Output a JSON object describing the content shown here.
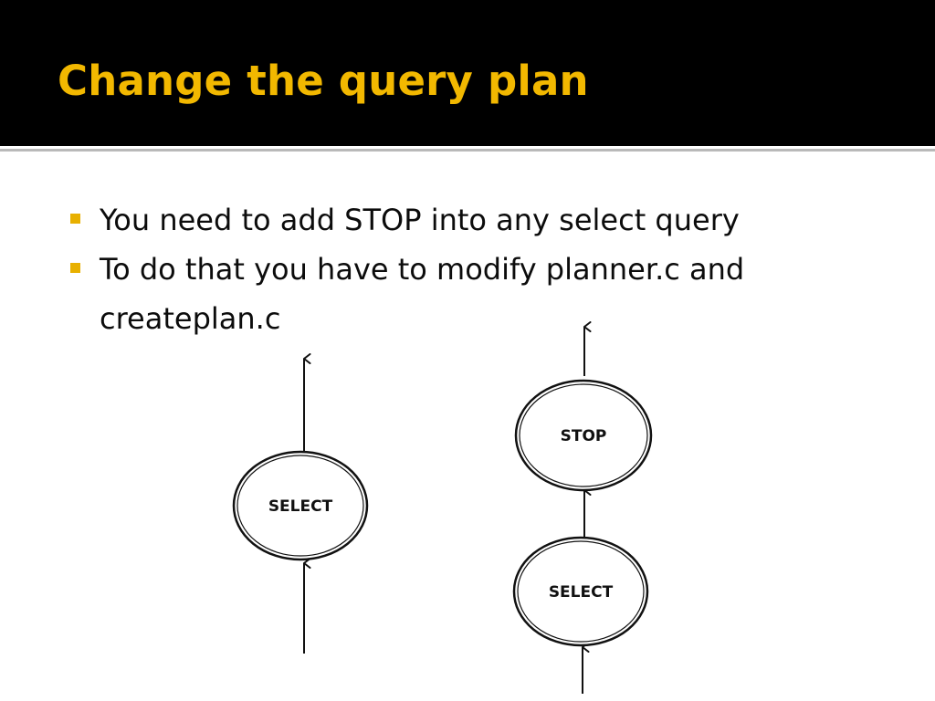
{
  "slide": {
    "title": "Change the query plan",
    "accent_color": "#f2b800",
    "bullets": [
      {
        "text": "You need to add STOP into any select query"
      },
      {
        "text": "To do that you have to modify planner.c and createplan.c"
      }
    ]
  },
  "diagram": {
    "original_plan": {
      "node": "SELECT"
    },
    "modified_plan": {
      "top_node": "STOP",
      "bottom_node": "SELECT"
    }
  }
}
